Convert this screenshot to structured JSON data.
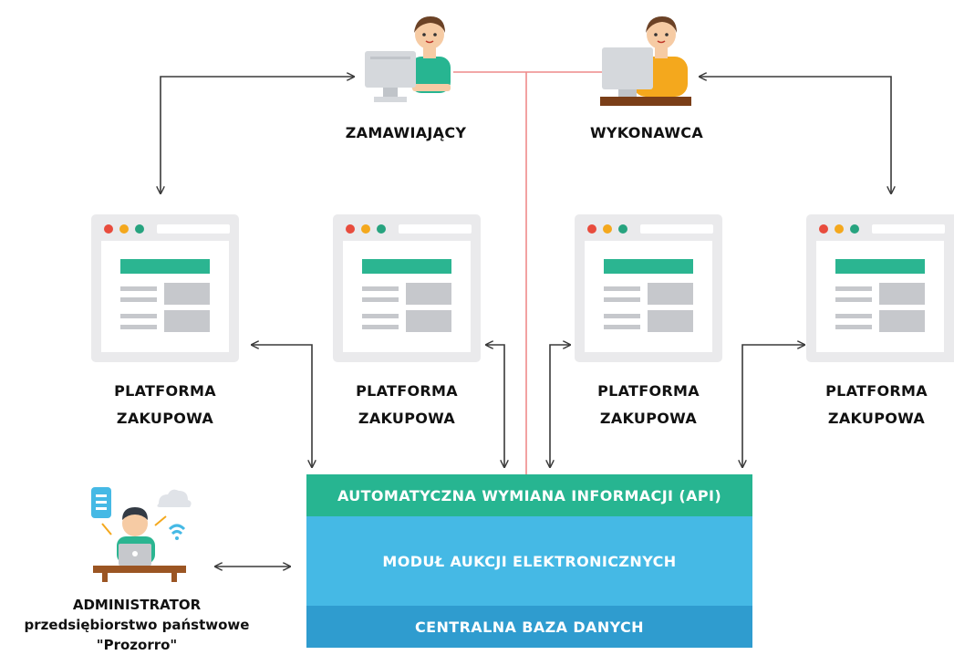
{
  "roles": {
    "buyer": "ZAMAWIAJĄCY",
    "contractor": "WYKONAWCA"
  },
  "platforms": [
    {
      "line1": "PLATFORMA",
      "line2": "ZAKUPOWA"
    },
    {
      "line1": "PLATFORMA",
      "line2": "ZAKUPOWA"
    },
    {
      "line1": "PLATFORMA",
      "line2": "ZAKUPOWA"
    },
    {
      "line1": "PLATFORMA",
      "line2": "ZAKUPOWA"
    }
  ],
  "system": {
    "api": "AUTOMATYCZNA WYMIANA INFORMACJI (API)",
    "auction": "MODUŁ AUKCJI ELEKTRONICZNYCH",
    "database": "CENTRALNA BAZA DANYCH"
  },
  "administrator": {
    "title": "ADMINISTRATOR",
    "subtitle": "przedsiębiorstwo państwowe",
    "name": "\"Prozorro\""
  },
  "colors": {
    "api_band": "#27b591",
    "auction_band": "#45b9e5",
    "database_band": "#2f9ccf",
    "connector_red": "#f08080",
    "arrow": "#3a3a3a",
    "browser_dot_red": "#e84c3d",
    "browser_dot_yellow": "#f4a81d",
    "browser_dot_green": "#27a37f"
  }
}
